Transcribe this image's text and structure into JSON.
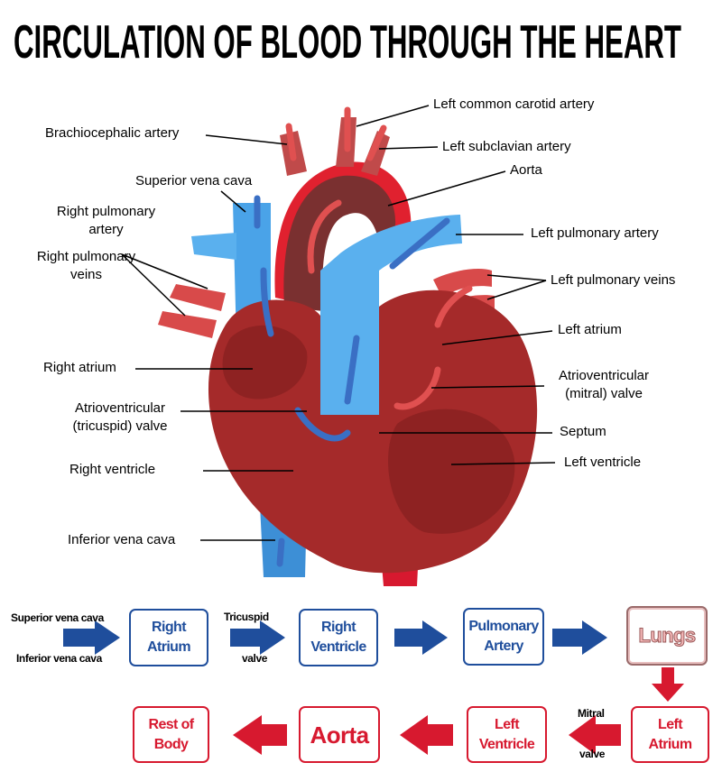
{
  "title": "CIRCULATION  OF BLOOD THROUGH THE HEART",
  "labels": {
    "left_common_carotid": "Left common carotid artery",
    "brachiocephalic": "Brachiocephalic artery",
    "left_subclavian": "Left subclavian artery",
    "aorta": "Aorta",
    "superior_vena_cava": "Superior vena cava",
    "right_pulmonary_artery_1": "Right pulmonary",
    "right_pulmonary_artery_2": "artery",
    "left_pulmonary_artery": "Left pulmonary artery",
    "right_pulmonary_veins_1": "Right pulmonary",
    "right_pulmonary_veins_2": "veins",
    "left_pulmonary_veins": "Left pulmonary veins",
    "left_atrium": "Left atrium",
    "mitral_1": "Atrioventricular",
    "mitral_2": "(mitral) valve",
    "right_atrium": "Right atrium",
    "tricuspid_1": "Atrioventricular",
    "tricuspid_2": "(tricuspid) valve",
    "septum": "Septum",
    "left_ventricle": "Left ventricle",
    "right_ventricle": "Right ventricle",
    "inferior_vena_cava": "Inferior vena cava"
  },
  "flow": {
    "inputs": [
      "Superior vena cava",
      "Inferior vena cava"
    ],
    "tricuspid": [
      "Tricuspid",
      "valve"
    ],
    "mitral": [
      "Mitral",
      "valve"
    ],
    "boxes": {
      "right_atrium": [
        "Right",
        "Atrium"
      ],
      "right_ventricle": [
        "Right",
        "Ventricle"
      ],
      "pulmonary_artery": [
        "Pulmonary",
        "Artery"
      ],
      "lungs": "Lungs",
      "left_atrium": [
        "Left",
        "Atrium"
      ],
      "left_ventricle": [
        "Left",
        "Ventricle"
      ],
      "aorta": "Aorta",
      "rest_of_body": [
        "Rest of",
        "Body"
      ]
    }
  },
  "colors": {
    "deoxygenated": "#1f4e9c",
    "oxygenated": "#d7192f",
    "heart": "#a52a2a"
  }
}
